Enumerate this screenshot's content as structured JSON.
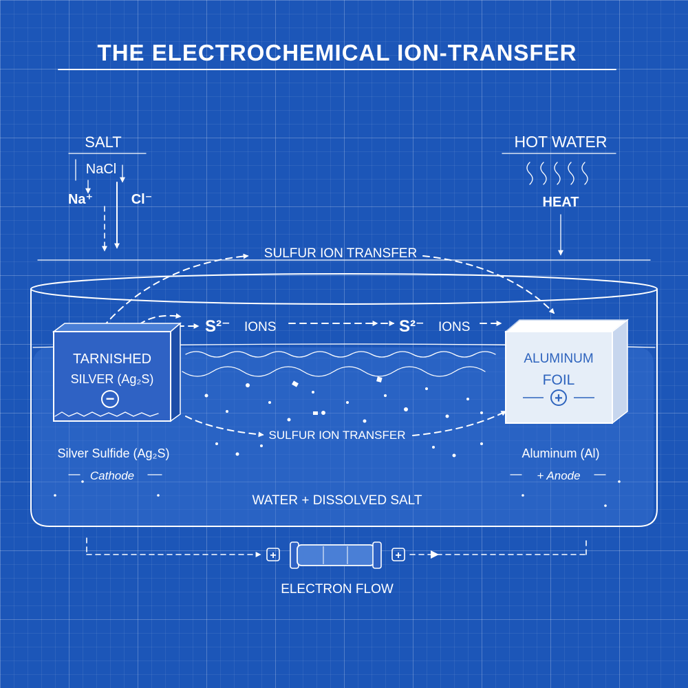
{
  "title": "THE ELECTROCHEMICAL ION-TRANSFER",
  "salt": {
    "label": "SALT",
    "formula": "NaCl",
    "cation": "Na⁺",
    "anion": "Cl⁻"
  },
  "heat_source": {
    "label": "HOT WATER",
    "heat": "HEAT"
  },
  "transfer": {
    "top_label": "SULFUR ION TRANSFER",
    "bottom_label": "SULFUR ION TRANSFER",
    "ion_symbol_1": "S²⁻",
    "ions_word_1": "IONS",
    "ion_symbol_2": "S²⁻",
    "ions_word_2": "IONS"
  },
  "cathode": {
    "line1": "TARNISHED",
    "line2": "SILVER (Ag₂S)",
    "sign": "−",
    "compound": "Silver Sulfide (Ag₂S)",
    "role": "Cathode"
  },
  "anode": {
    "line1": "ALUMINUM",
    "line2": "FOIL",
    "sign": "+",
    "compound": "Aluminum (Al)",
    "role": "+ Anode"
  },
  "solution": {
    "label": "WATER + DISSOLVED SALT"
  },
  "circuit": {
    "label": "ELECTRON FLOW",
    "left_terminal": "+",
    "right_terminal": "+"
  },
  "colors": {
    "background": "#1c56b8",
    "water": "#3a74d2",
    "silver_block": "#2f62c4",
    "foil_block": "#e6eef8",
    "line": "#ffffff"
  }
}
